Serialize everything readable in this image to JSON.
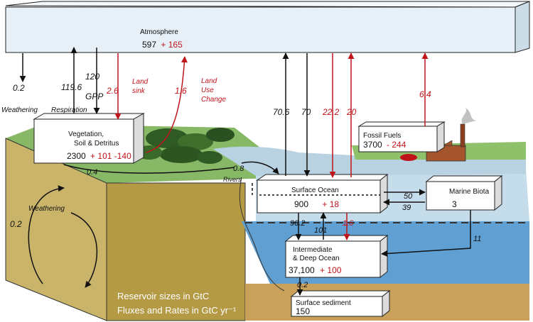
{
  "colors": {
    "atmosphere_fill": "#e6f0f6",
    "land_top": "#7fb05c",
    "land_side": "#c9b46a",
    "surface_ocean": "#c5dcea",
    "deep_ocean": "#5f9fd1",
    "sediment": "#c9a15a",
    "flux_black": "#111111",
    "flux_red": "#c0141b"
  },
  "reservoirs": {
    "atmosphere": {
      "name": "Atmosphere",
      "stock": "597",
      "change": "+ 165"
    },
    "vegetation": {
      "name_line1": "Vegetation,",
      "name_line2": "Soil & Detritus",
      "stock": "2300",
      "change": "+ 101 -140"
    },
    "fossil_fuels": {
      "name": "Fossil Fuels",
      "stock": "3700",
      "change": "- 244"
    },
    "surface_ocean": {
      "name": "Surface Ocean",
      "stock": "900",
      "change": "+ 18"
    },
    "marine_biota": {
      "name": "Marine Biota",
      "stock": "3"
    },
    "deep_ocean": {
      "name_line1": "Intermediate",
      "name_line2": "& Deep Ocean",
      "stock": "37,100",
      "change": "+ 100"
    },
    "sediment": {
      "name": "Surface sediment",
      "stock": "150"
    }
  },
  "fluxes": {
    "weathering_atm": {
      "value": "0.2",
      "label": "Weathering"
    },
    "respiration": {
      "value": "119.6",
      "label": "Respiration"
    },
    "gpp": {
      "value": "120",
      "label": "GPP"
    },
    "land_sink": {
      "value": "2.6",
      "label_line1": "Land",
      "label_line2": "sink"
    },
    "land_use": {
      "value": "1.6",
      "label_line1": "Land",
      "label_line2": "Use",
      "label_line3": "Change"
    },
    "ocean_out": {
      "value": "70.6"
    },
    "ocean_in": {
      "value": "70"
    },
    "anthro_ocean_up": {
      "value": "22.2"
    },
    "anthro_ocean_down": {
      "value": "20"
    },
    "fossil": {
      "value": "6.4"
    },
    "land_to_river": {
      "value": "0.4"
    },
    "rivers": {
      "value": "0.8",
      "label": "Rivers"
    },
    "surf_to_biota": {
      "value": "50"
    },
    "biota_to_surf": {
      "value": "39"
    },
    "surf_to_deep": {
      "value": "90.2"
    },
    "deep_to_surf": {
      "value": "101"
    },
    "anthro_to_deep": {
      "value": "1.6"
    },
    "biota_to_deep": {
      "value": "11"
    },
    "deep_to_sediment": {
      "value": "0.2"
    },
    "weathering_ground": {
      "value": "0.2",
      "label": "Weathering"
    }
  },
  "legend": {
    "line1": "Reservoir sizes in GtC",
    "line2": "Fluxes and Rates in GtC yr⁻¹"
  }
}
